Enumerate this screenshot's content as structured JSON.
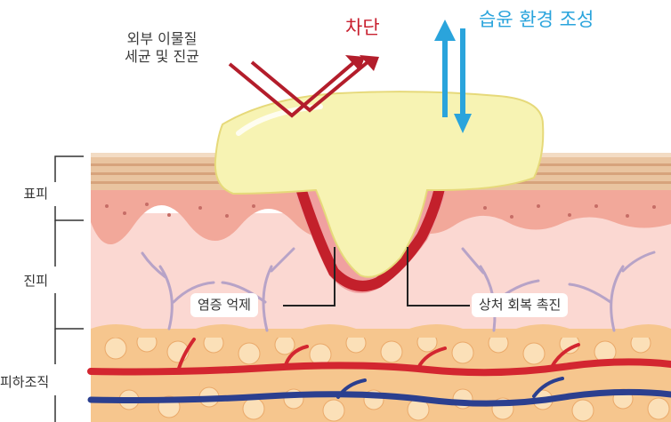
{
  "labels": {
    "external_line1": "외부 이물질",
    "external_line2": "세균 및 진균",
    "blocking": "차단",
    "moist_environment": "습윤 환경 조성",
    "epidermis": "표피",
    "dermis": "진피",
    "hypodermis": "피하조직",
    "inflammation": "염증 억제",
    "healing": "상처 회복 촉진"
  },
  "colors": {
    "blocking_red": "#c8202f",
    "moist_blue": "#2aa4dc",
    "dressing_yellow": "#f7f3b3",
    "epidermis_tan": "#e9c4a0",
    "dermis_pink": "#fbd8d2",
    "fat_orange": "#f6c68e",
    "artery_red": "#d32630",
    "vein_blue": "#2b3f8f"
  }
}
